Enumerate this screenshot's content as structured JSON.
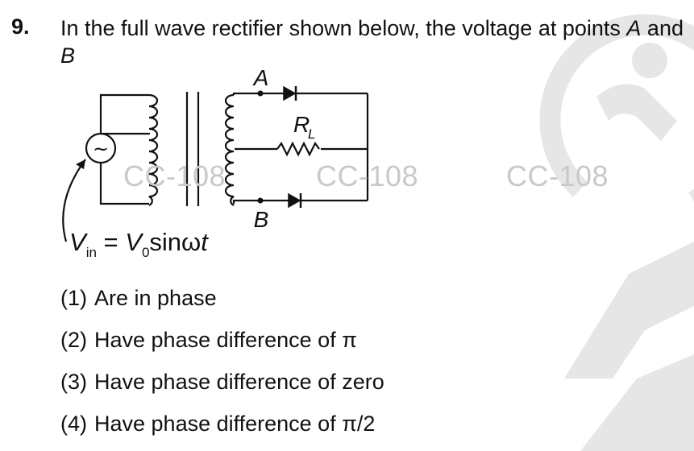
{
  "question": {
    "number": "9.",
    "text_before": "In the full wave rectifier shown below, the voltage at points ",
    "point_a": "A",
    "text_middle": " and ",
    "point_b": "B"
  },
  "circuit": {
    "label_a": "A",
    "label_b": "B",
    "resistor_letter": "R",
    "resistor_sub": "L",
    "source_symbol": "~",
    "vin_var": "V",
    "vin_sub": "in",
    "vin_eq": " = ",
    "v0_var": "V",
    "v0_sub": "0",
    "sin_text": "sinω",
    "t_var": "t"
  },
  "watermarks": [
    "CC-108",
    "CC-108",
    "CC-108"
  ],
  "options": [
    {
      "num": "(1)",
      "text": "Are in phase"
    },
    {
      "num": "(2)",
      "text": "Have phase difference of π"
    },
    {
      "num": "(3)",
      "text": "Have phase difference of zero"
    },
    {
      "num": "(4)",
      "text": "Have phase difference of π/2"
    }
  ],
  "colors": {
    "text": "#111111",
    "watermark": "#c9c9c9",
    "logo_watermark": "#e6e6e6"
  }
}
